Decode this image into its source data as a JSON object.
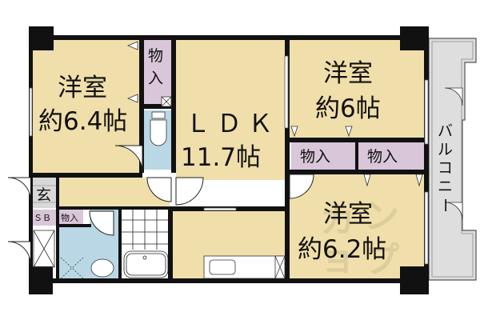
{
  "floor_plan": {
    "rooms": [
      {
        "id": "western-room-1",
        "type": "洋室",
        "size": "約6.4帖"
      },
      {
        "id": "ldk",
        "type": "ＬＤＫ",
        "size": "11.7帖"
      },
      {
        "id": "western-room-2",
        "type": "洋室",
        "size": "約6帖"
      },
      {
        "id": "western-room-3",
        "type": "洋室",
        "size": "約6.2帖"
      }
    ],
    "storage": {
      "closet_1_line1": "物",
      "closet_1_line2": "入",
      "closet_2": "物入",
      "closet_3": "物入",
      "closet_entrance": "物入",
      "shoe_box": "ＳＢ"
    },
    "entrance": "玄",
    "balcony": [
      "バ",
      "ル",
      "コ",
      "ニ",
      "ー"
    ],
    "watermark": [
      "カ",
      "ン",
      "ジ",
      "ョ",
      "ッ",
      "プ"
    ]
  },
  "colors": {
    "room_fill": "#f0dfaa",
    "storage_fill": "#d9c6d9",
    "wet_area_fill": "#b9d7e5",
    "balcony_fill": "#dedede",
    "entrance_fill": "#d8d8d8",
    "wall": "#111111"
  }
}
